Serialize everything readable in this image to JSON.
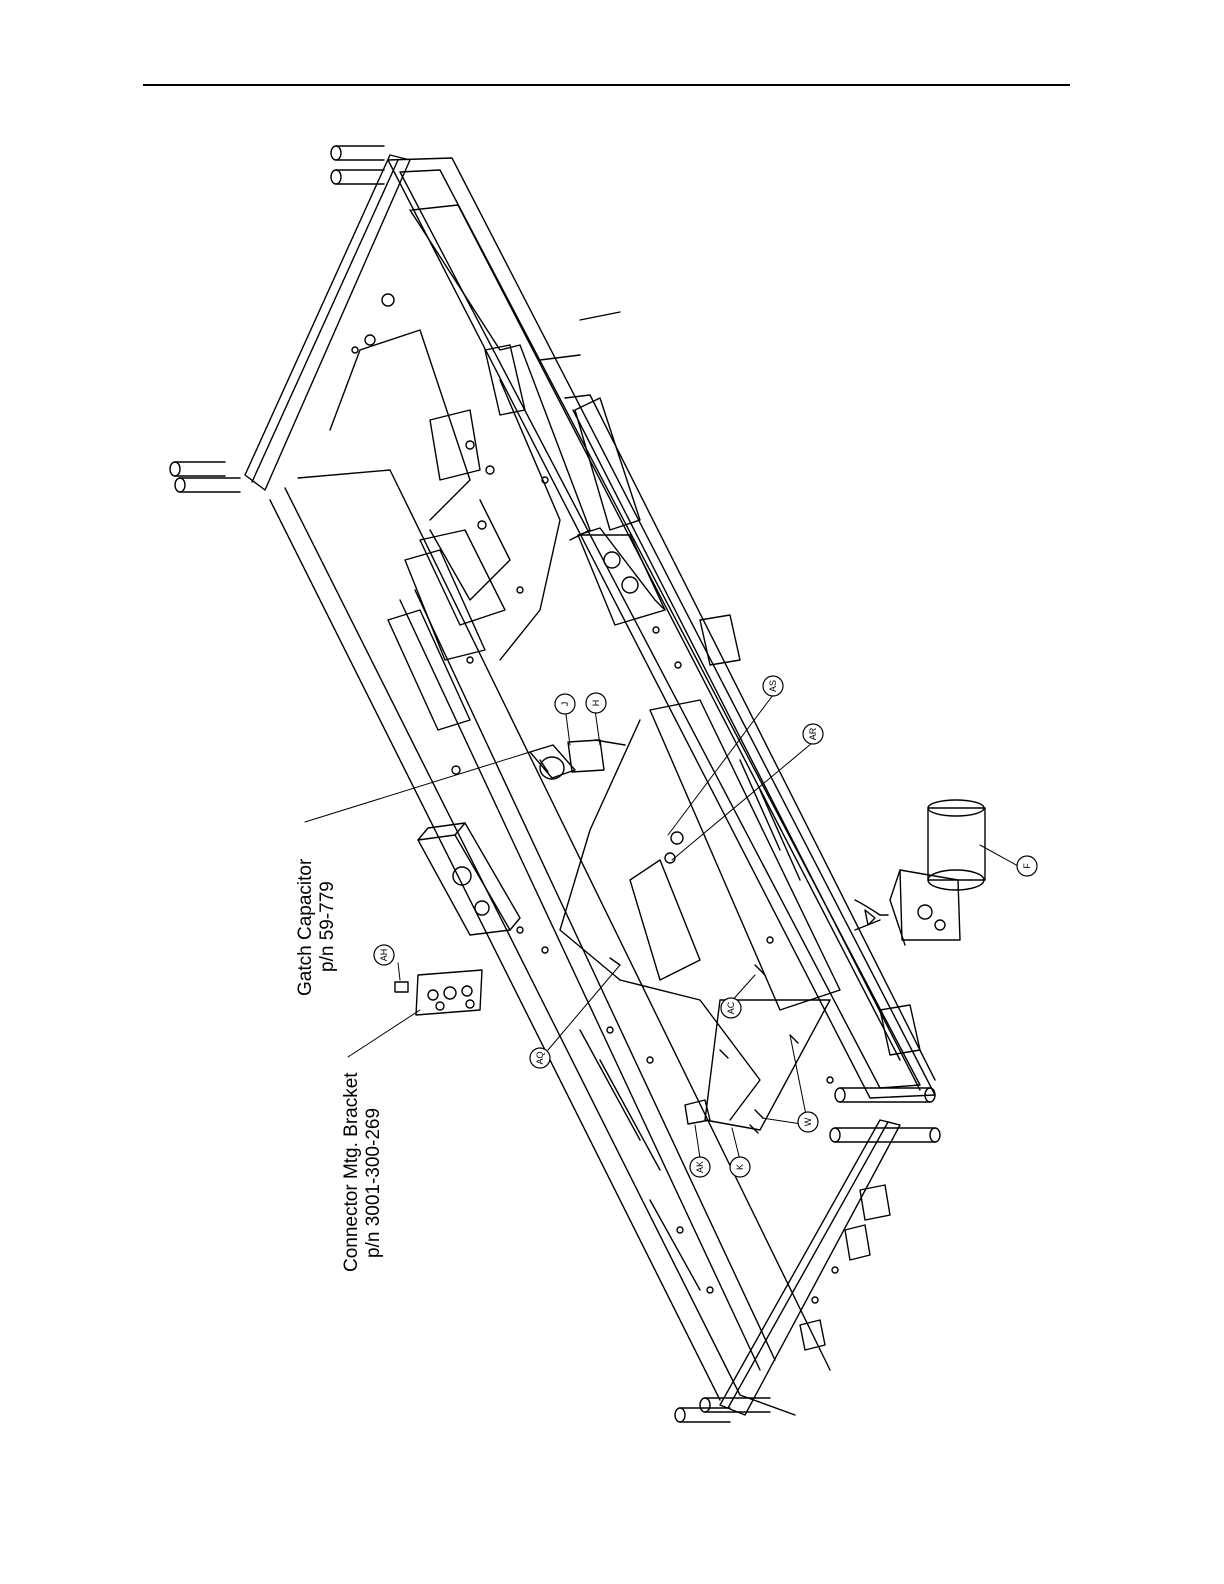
{
  "page": {
    "header_rule": true
  },
  "callouts": {
    "gatch_capacitor": {
      "name": "Gatch Capacitor",
      "part_number": "p/n 59-779"
    },
    "connector_bracket": {
      "name": "Connector Mtg. Bracket",
      "part_number": "p/n 3001-300-269"
    }
  },
  "balloons": {
    "j": "J",
    "h": "H",
    "as": "AS",
    "ar": "AR",
    "f": "F",
    "ah": "AH",
    "ac": "AC",
    "aq": "AQ",
    "w": "W",
    "ak": "AK",
    "k": "K"
  },
  "colors": {
    "line": "#000000",
    "background": "#ffffff"
  }
}
